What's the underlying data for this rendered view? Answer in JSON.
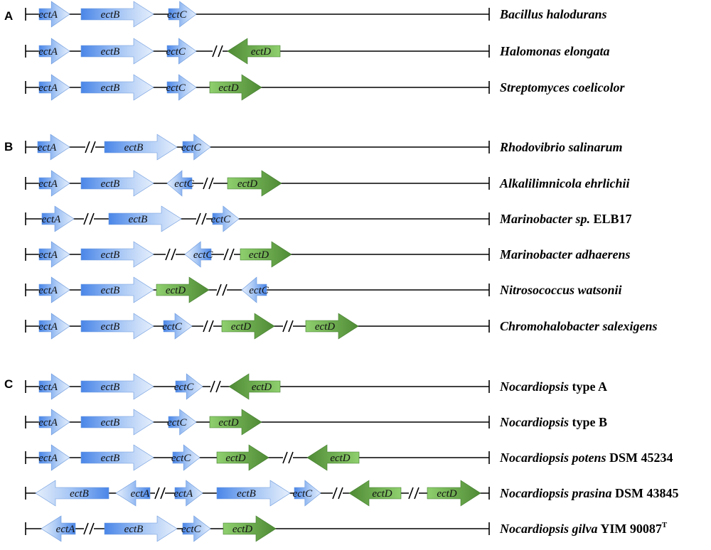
{
  "panels": [
    {
      "label": "A",
      "rows": [
        {
          "organism": [
            {
              "text": "Bacillus halodurans",
              "italic": true
            }
          ],
          "genes": [
            {
              "name": "ectA",
              "type": "blue",
              "dir": "r"
            },
            {
              "name": "ectB",
              "type": "blue",
              "dir": "r"
            },
            {
              "name": "ectC",
              "type": "blue",
              "dir": "r"
            }
          ]
        },
        {
          "organism": [
            {
              "text": "Halomonas elongata",
              "italic": true
            }
          ],
          "genes": [
            {
              "name": "ectA",
              "type": "blue",
              "dir": "r"
            },
            {
              "name": "ectB",
              "type": "blue",
              "dir": "r"
            },
            {
              "name": "ectC",
              "type": "blue",
              "dir": "r"
            },
            {
              "name": "ectD",
              "type": "green",
              "dir": "l"
            }
          ]
        },
        {
          "organism": [
            {
              "text": "Streptomyces coelicolor",
              "italic": true
            }
          ],
          "genes": [
            {
              "name": "ectA",
              "type": "blue",
              "dir": "r"
            },
            {
              "name": "ectB",
              "type": "blue",
              "dir": "r"
            },
            {
              "name": "ectC",
              "type": "blue",
              "dir": "r"
            },
            {
              "name": "ectD",
              "type": "green",
              "dir": "r"
            }
          ]
        }
      ]
    },
    {
      "label": "B",
      "rows": [
        {
          "organism": [
            {
              "text": "Rhodovibrio salinarum",
              "italic": true
            }
          ],
          "genes": [
            {
              "name": "ectA",
              "type": "blue",
              "dir": "r"
            },
            {
              "name": "ectB",
              "type": "blue",
              "dir": "r"
            },
            {
              "name": "ectC",
              "type": "blue",
              "dir": "r"
            }
          ]
        },
        {
          "organism": [
            {
              "text": "Alkalilimnicola ehrlichii",
              "italic": true
            }
          ],
          "genes": [
            {
              "name": "ectA",
              "type": "blue",
              "dir": "r"
            },
            {
              "name": "ectB",
              "type": "blue",
              "dir": "r"
            },
            {
              "name": "ectC",
              "type": "blue",
              "dir": "l"
            },
            {
              "name": "ectD",
              "type": "green",
              "dir": "r"
            }
          ]
        },
        {
          "organism": [
            {
              "text": "Marinobacter sp.",
              "italic": true
            },
            {
              "text": " ELB17",
              "italic": false
            }
          ],
          "genes": [
            {
              "name": "ectA",
              "type": "blue",
              "dir": "r"
            },
            {
              "name": "ectB",
              "type": "blue",
              "dir": "r"
            },
            {
              "name": "ectC",
              "type": "blue",
              "dir": "r"
            }
          ]
        },
        {
          "organism": [
            {
              "text": "Marinobacter adhaerens",
              "italic": true
            }
          ],
          "genes": [
            {
              "name": "ectA",
              "type": "blue",
              "dir": "r"
            },
            {
              "name": "ectB",
              "type": "blue",
              "dir": "r"
            },
            {
              "name": "ectC",
              "type": "blue",
              "dir": "l"
            },
            {
              "name": "ectD",
              "type": "green",
              "dir": "r"
            }
          ]
        },
        {
          "organism": [
            {
              "text": "Nitrosococcus watsonii",
              "italic": true
            }
          ],
          "genes": [
            {
              "name": "ectA",
              "type": "blue",
              "dir": "r"
            },
            {
              "name": "ectB",
              "type": "blue",
              "dir": "r"
            },
            {
              "name": "ectD",
              "type": "green",
              "dir": "r"
            },
            {
              "name": "ectC",
              "type": "blue",
              "dir": "l"
            }
          ]
        },
        {
          "organism": [
            {
              "text": "Chromohalobacter salexigens",
              "italic": true
            }
          ],
          "genes": [
            {
              "name": "ectA",
              "type": "blue",
              "dir": "r"
            },
            {
              "name": "ectB",
              "type": "blue",
              "dir": "r"
            },
            {
              "name": "ectC",
              "type": "blue",
              "dir": "r"
            },
            {
              "name": "ectD",
              "type": "green",
              "dir": "r"
            },
            {
              "name": "ectD",
              "type": "green",
              "dir": "r"
            }
          ]
        }
      ]
    },
    {
      "label": "C",
      "rows": [
        {
          "organism": [
            {
              "text": "Nocardiopsis",
              "italic": true
            },
            {
              "text": " type A",
              "italic": false
            }
          ],
          "genes": [
            {
              "name": "ectA",
              "type": "blue",
              "dir": "r"
            },
            {
              "name": "ectB",
              "type": "blue",
              "dir": "r"
            },
            {
              "name": "ectC",
              "type": "blue",
              "dir": "r"
            },
            {
              "name": "ectD",
              "type": "green",
              "dir": "l"
            }
          ]
        },
        {
          "organism": [
            {
              "text": "Nocardiopsis",
              "italic": true
            },
            {
              "text": " type B",
              "italic": false
            }
          ],
          "genes": [
            {
              "name": "ectA",
              "type": "blue",
              "dir": "r"
            },
            {
              "name": "ectB",
              "type": "blue",
              "dir": "r"
            },
            {
              "name": "ectC",
              "type": "blue",
              "dir": "r"
            },
            {
              "name": "ectD",
              "type": "green",
              "dir": "r"
            }
          ]
        },
        {
          "organism": [
            {
              "text": "Nocardiopsis potens",
              "italic": true
            },
            {
              "text": " DSM 45234",
              "italic": false
            }
          ],
          "genes": [
            {
              "name": "ectA",
              "type": "blue",
              "dir": "r"
            },
            {
              "name": "ectB",
              "type": "blue",
              "dir": "r"
            },
            {
              "name": "ectC",
              "type": "blue",
              "dir": "r"
            },
            {
              "name": "ectD",
              "type": "green",
              "dir": "r"
            },
            {
              "name": "ectD",
              "type": "green",
              "dir": "l"
            }
          ]
        },
        {
          "organism": [
            {
              "text": "Nocardiopsis prasina",
              "italic": true
            },
            {
              "text": " DSM 43845",
              "italic": false
            }
          ],
          "genes": [
            {
              "name": "ectB",
              "type": "blue",
              "dir": "l"
            },
            {
              "name": "ectA",
              "type": "blue",
              "dir": "l"
            },
            {
              "name": "ectA",
              "type": "blue",
              "dir": "r"
            },
            {
              "name": "ectB",
              "type": "blue",
              "dir": "r"
            },
            {
              "name": "ectC",
              "type": "blue",
              "dir": "r"
            },
            {
              "name": "ectD",
              "type": "green",
              "dir": "l"
            },
            {
              "name": "ectD",
              "type": "green",
              "dir": "r"
            }
          ]
        },
        {
          "organism": [
            {
              "text": "Nocardiopsis gilva",
              "italic": true
            },
            {
              "text": " YIM 90087",
              "italic": false
            },
            {
              "text": "T",
              "italic": false,
              "sup": true
            }
          ],
          "genes": [
            {
              "name": "ectA",
              "type": "blue",
              "dir": "l"
            },
            {
              "name": "ectB",
              "type": "blue",
              "dir": "r"
            },
            {
              "name": "ectC",
              "type": "blue",
              "dir": "r"
            },
            {
              "name": "ectD",
              "type": "green",
              "dir": "r"
            }
          ]
        }
      ]
    }
  ],
  "colors": {
    "blue_fill_light": "#dbe8fb",
    "blue_fill_dark": "#4a86e8",
    "green_fill_light": "#9bd47a",
    "green_fill_dark": "#4e8a34",
    "line": "#000000"
  }
}
